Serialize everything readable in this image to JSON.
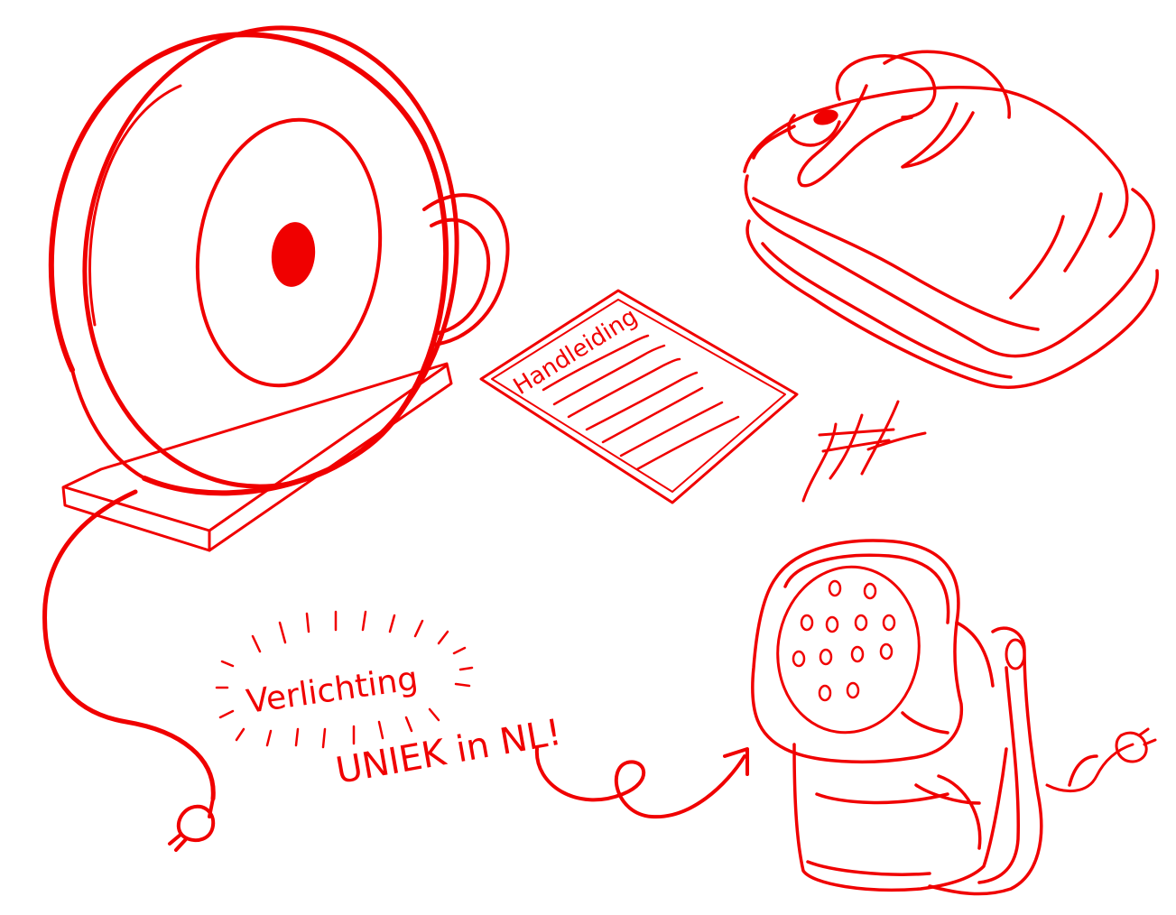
{
  "canvas": {
    "background": "#ffffff",
    "ink": "#f00000"
  },
  "manual": {
    "title": "Handleiding"
  },
  "slogan": {
    "line1": "Verlichting",
    "line2": "UNIEK in NL!"
  },
  "icons": [
    "round-lamp-icon",
    "manual-sheet-icon",
    "folded-blanket-icon",
    "led-par-spotlight-icon",
    "power-plug-icon",
    "curly-arrow-icon"
  ]
}
